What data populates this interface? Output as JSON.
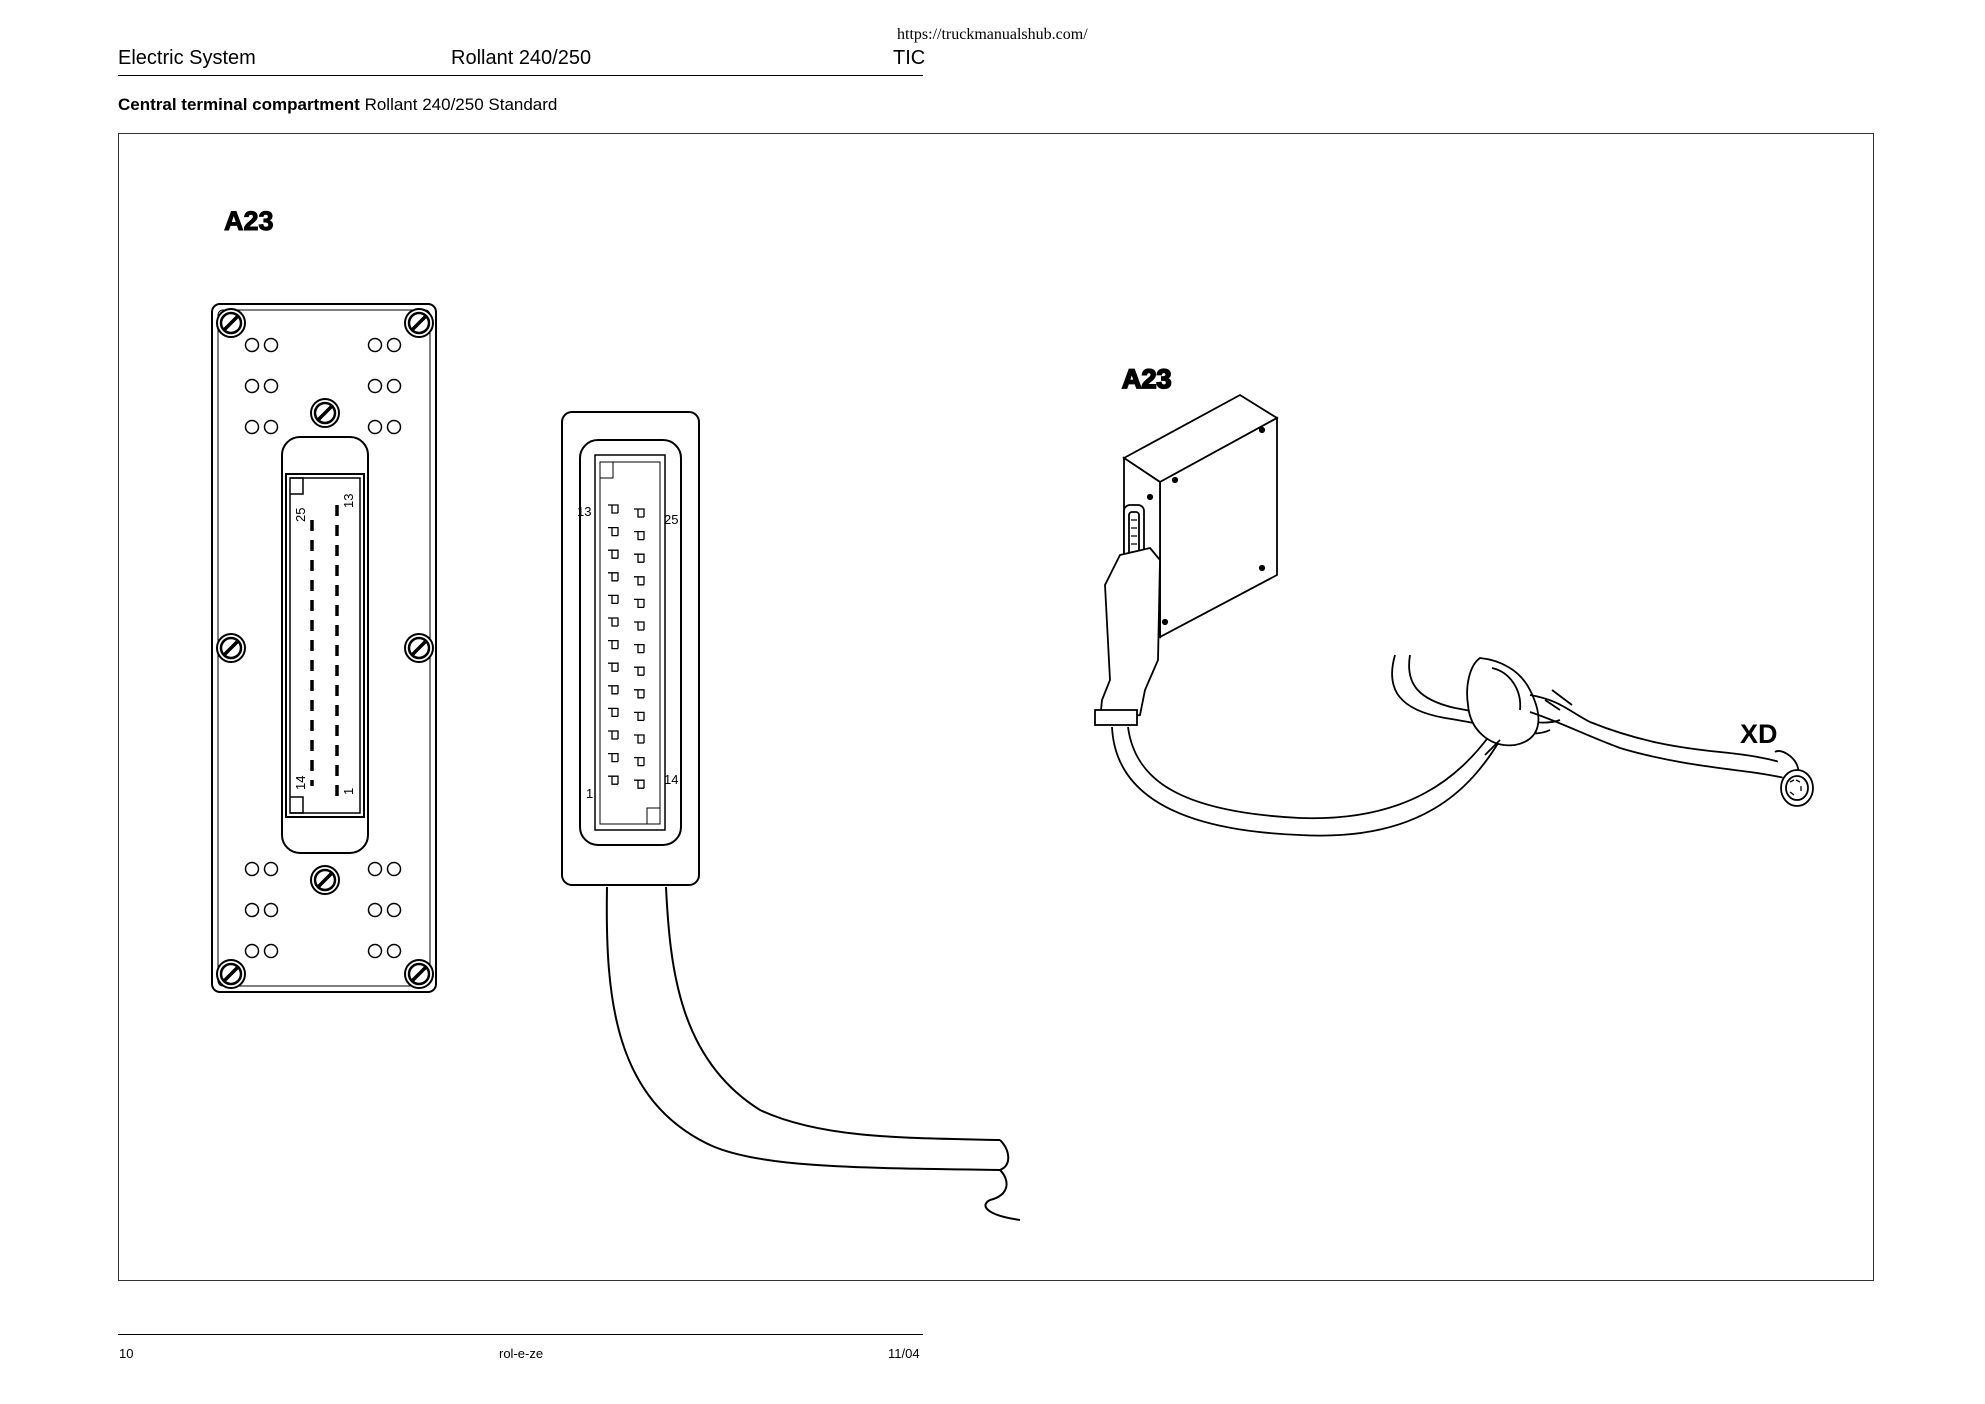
{
  "source_url": "https://truckmanualshub.com/",
  "header": {
    "section": "Electric System",
    "model": "Rollant 240/250",
    "code": "TIC"
  },
  "caption": {
    "bold": "Central terminal compartment",
    "rest": " Rollant 240/250 Standard"
  },
  "figure": {
    "panel_label": "A23",
    "module_label": "A23",
    "connector_label": "XD",
    "panel_pins": {
      "top_left": "25",
      "top_right": "13",
      "bottom_left": "14",
      "bottom_right": "1"
    },
    "plug_pins": {
      "top_left": "13",
      "top_right": "25",
      "bottom_left": "1",
      "bottom_right": "14"
    }
  },
  "footer": {
    "page": "10",
    "doc_code": "rol-e-ze",
    "date": "11/04"
  }
}
